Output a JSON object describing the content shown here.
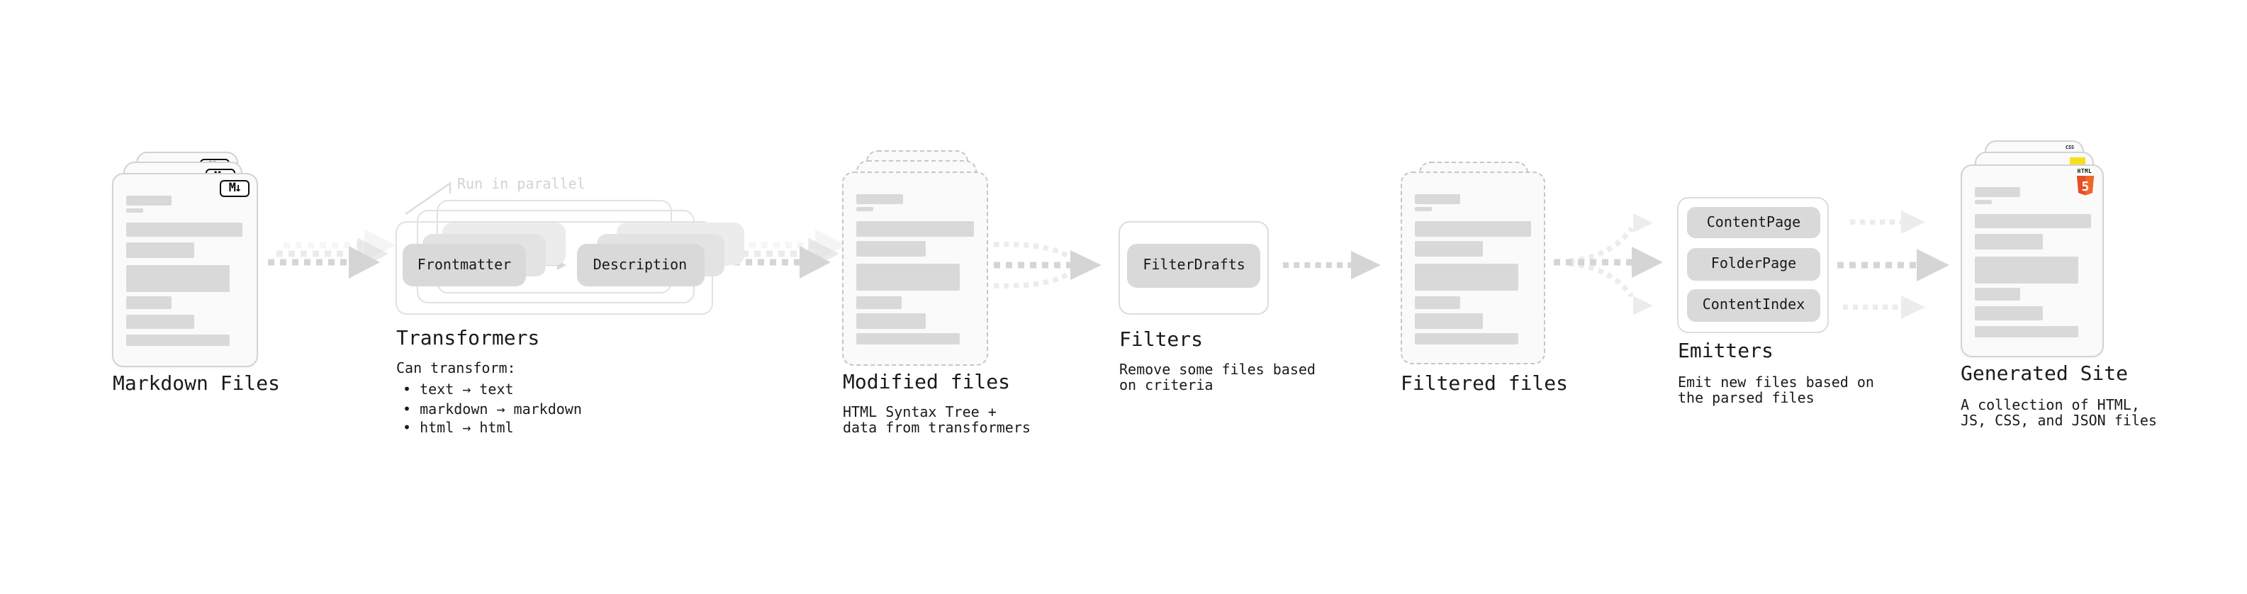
{
  "colors": {
    "background": "#ffffff",
    "text": "#1a1a1a",
    "muted_note": "#d2d2d2",
    "card_bg": "#fafafa",
    "card_border": "#d3d3d3",
    "dashed_border": "#c6c6c6",
    "box_border": "#e2e2e2",
    "pill_bg": "#d9d9d9",
    "bar": "#d9d9d9",
    "arrow": "#d5d5d5",
    "arrow_light": "#ececec",
    "html5_orange": "#e44d26",
    "html5_orange_light": "#f16529",
    "js_yellow": "#f7df1e",
    "css_blue": "#2d62f2"
  },
  "stages": {
    "markdown": {
      "title": "Markdown Files",
      "badge": "M↓"
    },
    "transformers": {
      "title": "Transformers",
      "note": "Run in parallel",
      "step1": "Frontmatter",
      "step2": "Description",
      "desc_heading": "Can transform:",
      "items": [
        "• text → text",
        "• markdown → markdown",
        "• html → html"
      ]
    },
    "modified": {
      "title": "Modified files",
      "line1": "HTML Syntax Tree +",
      "line2": "data from transformers"
    },
    "filters": {
      "title": "Filters",
      "button": "FilterDrafts",
      "line1": "Remove some files based",
      "line2": "on criteria"
    },
    "filtered": {
      "title": "Filtered files"
    },
    "emitters": {
      "title": "Emitters",
      "buttons": [
        "ContentPage",
        "FolderPage",
        "ContentIndex"
      ],
      "line1": "Emit new files based on",
      "line2": "the parsed files"
    },
    "generated": {
      "title": "Generated Site",
      "line1": "A collection of HTML,",
      "line2": "JS, CSS, and JSON files",
      "badge_html_label": "HTML",
      "badge_html_number": "5",
      "badge_css_label": "CSS"
    }
  },
  "doc_bars": [
    {
      "w": 32.5,
      "h": 7,
      "mt": 0
    },
    {
      "w": 12,
      "h": 3.3,
      "mt": 2.3
    },
    {
      "w": 82.5,
      "h": 10.8,
      "mt": 6.5
    },
    {
      "w": 48.5,
      "h": 11,
      "mt": 3.7
    },
    {
      "w": 73.3,
      "h": 19,
      "mt": 4.5
    },
    {
      "w": 32,
      "h": 9,
      "mt": 3.7
    },
    {
      "w": 48.5,
      "h": 10.5,
      "mt": 3.6
    },
    {
      "w": 73.3,
      "h": 8.2,
      "mt": 3.5
    }
  ]
}
